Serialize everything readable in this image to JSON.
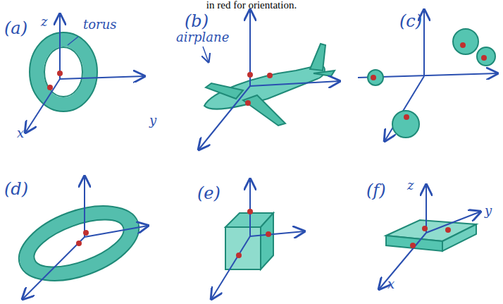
{
  "diagram": {
    "labels": [
      "in red for orientation.",
      "(a)",
      "z",
      "torus",
      "x",
      "y",
      "(b)",
      "airplane",
      "(c)",
      "(d)",
      "(e)",
      "(f)",
      "z",
      "y",
      "x"
    ]
  }
}
